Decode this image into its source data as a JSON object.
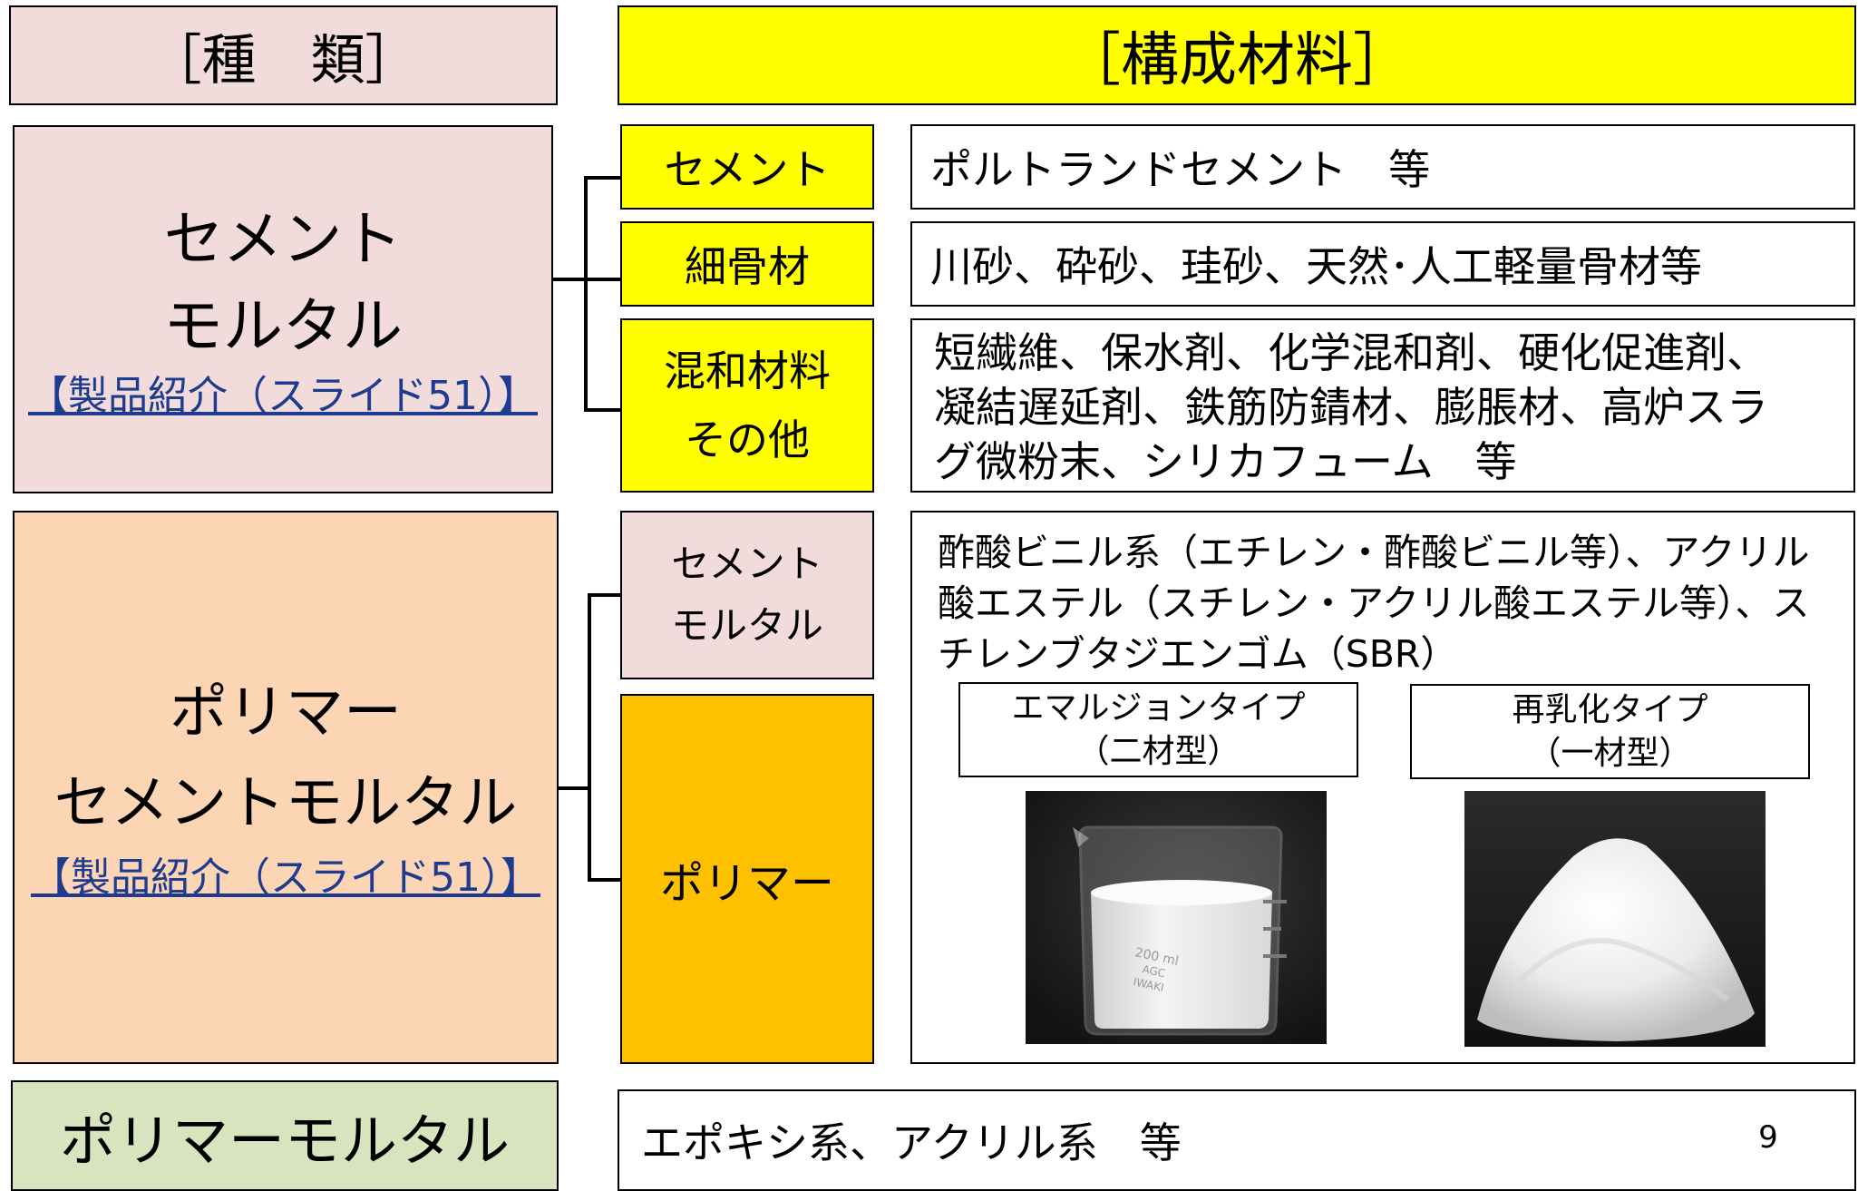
{
  "headers": {
    "type_label": "［種　類］",
    "materials_label": "［構成材料］"
  },
  "cement_mortar": {
    "title_line1": "セメント",
    "title_line2": "モルタル",
    "link": "【製品紹介（スライド51）】",
    "components": [
      {
        "label": "セメント",
        "description": "ポルトランドセメント　等"
      },
      {
        "label": "細骨材",
        "description": "川砂、砕砂、珪砂、天然･人工軽量骨材等"
      },
      {
        "label_line1": "混和材料",
        "label_line2": "その他",
        "description_lines": [
          "短繊維、保水剤、化学混和剤、硬化促進剤、",
          "凝結遅延剤、鉄筋防錆材、膨脹材、高炉スラ",
          "グ微粉末、シリカフューム　等"
        ]
      }
    ]
  },
  "polymer_cement_mortar": {
    "title_line1": "ポリマー",
    "title_line2": "セメントモルタル",
    "link": "【製品紹介（スライド51）】",
    "sub_cement_line1": "セメント",
    "sub_cement_line2": "モルタル",
    "sub_polymer": "ポリマー",
    "description_lines": [
      "酢酸ビニル系（エチレン・酢酸ビニル等）、アクリル",
      "酸エステル（スチレン・アクリル酸エステル等）、ス",
      "チレンブタジエンゴム（SBR）"
    ],
    "types": [
      {
        "line1": "エマルジョンタイプ",
        "line2": "（二材型）",
        "photo_name": "liquid-emulsion-beaker-photo",
        "beaker_text": [
          "200 ml",
          "AGC",
          "IWAKI"
        ]
      },
      {
        "line1": "再乳化タイプ",
        "line2": "（一材型）",
        "photo_name": "white-powder-pile-photo"
      }
    ]
  },
  "polymer_mortar": {
    "title": "ポリマーモルタル",
    "description": "エポキシ系、アクリル系　等"
  },
  "page_number": "9",
  "colors": {
    "pink": "#f2dcdb",
    "yellow": "#ffff00",
    "peach": "#fcd5b5",
    "amber": "#ffc000",
    "green": "#d7e4bd",
    "link": "#1f3b8f"
  }
}
